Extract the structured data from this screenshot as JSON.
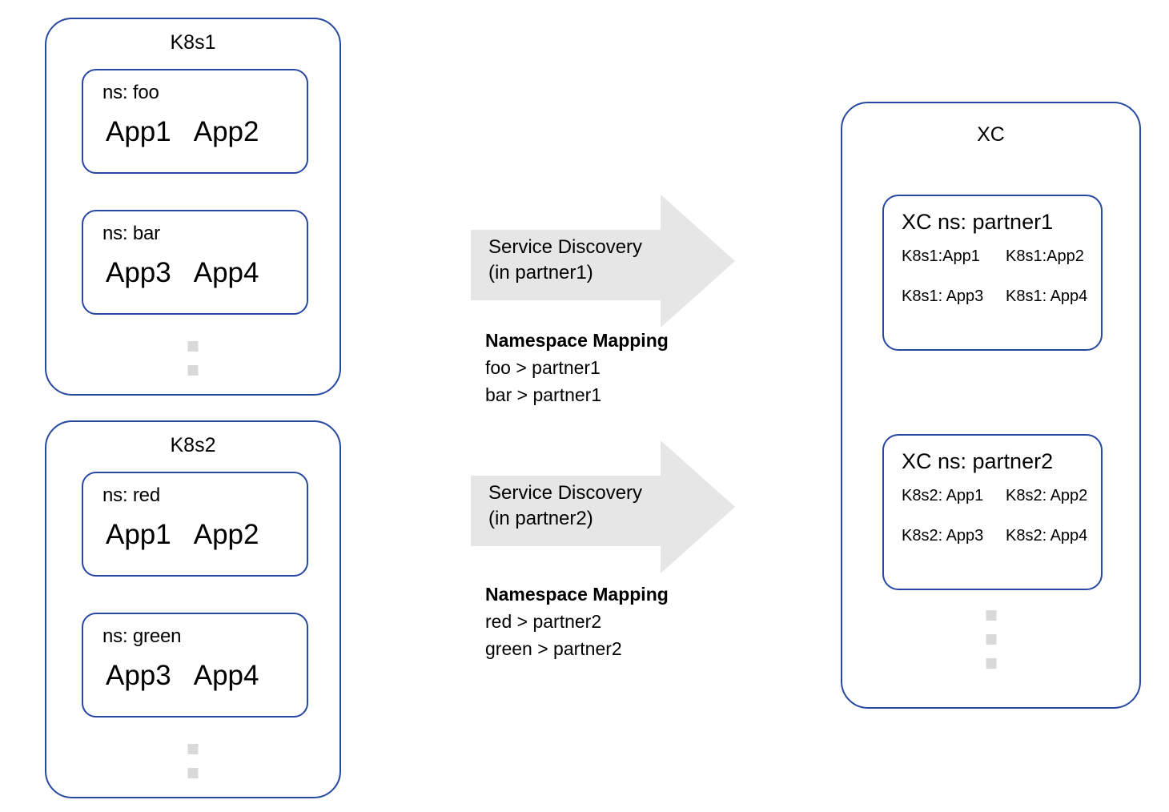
{
  "colors": {
    "border_blue": "#2648a0",
    "arrow_grey": "#e6e6e6",
    "dot_grey": "#d9d9d9",
    "text": "#000000",
    "background": "#ffffff"
  },
  "clusters": [
    {
      "title": "K8s1",
      "namespaces": [
        {
          "label": "ns: foo",
          "apps": [
            "App1",
            "App2"
          ]
        },
        {
          "label": "ns: bar",
          "apps": [
            "App3",
            "App4"
          ]
        }
      ],
      "dots_count": 2
    },
    {
      "title": "K8s2",
      "namespaces": [
        {
          "label": "ns: red",
          "apps": [
            "App1",
            "App2"
          ]
        },
        {
          "label": "ns: green",
          "apps": [
            "App3",
            "App4"
          ]
        }
      ],
      "dots_count": 2
    }
  ],
  "flows": [
    {
      "arrow_label_line1": "Service Discovery",
      "arrow_label_line2": "(in partner1)",
      "mapping_title": "Namespace Mapping",
      "mapping_lines": [
        "foo > partner1",
        "bar > partner1"
      ]
    },
    {
      "arrow_label_line1": "Service Discovery",
      "arrow_label_line2": "(in partner2)",
      "mapping_title": "Namespace Mapping",
      "mapping_lines": [
        "red > partner2",
        "green > partner2"
      ]
    }
  ],
  "xc": {
    "title": "XC",
    "namespaces": [
      {
        "title": "XC ns: partner1",
        "rows": [
          [
            "K8s1:App1",
            "K8s1:App2"
          ],
          [
            "K8s1: App3",
            "K8s1: App4"
          ]
        ]
      },
      {
        "title": "XC ns: partner2",
        "rows": [
          [
            "K8s2: App1",
            "K8s2: App2"
          ],
          [
            "K8s2: App3",
            "K8s2: App4"
          ]
        ]
      }
    ],
    "dots_count": 3
  }
}
